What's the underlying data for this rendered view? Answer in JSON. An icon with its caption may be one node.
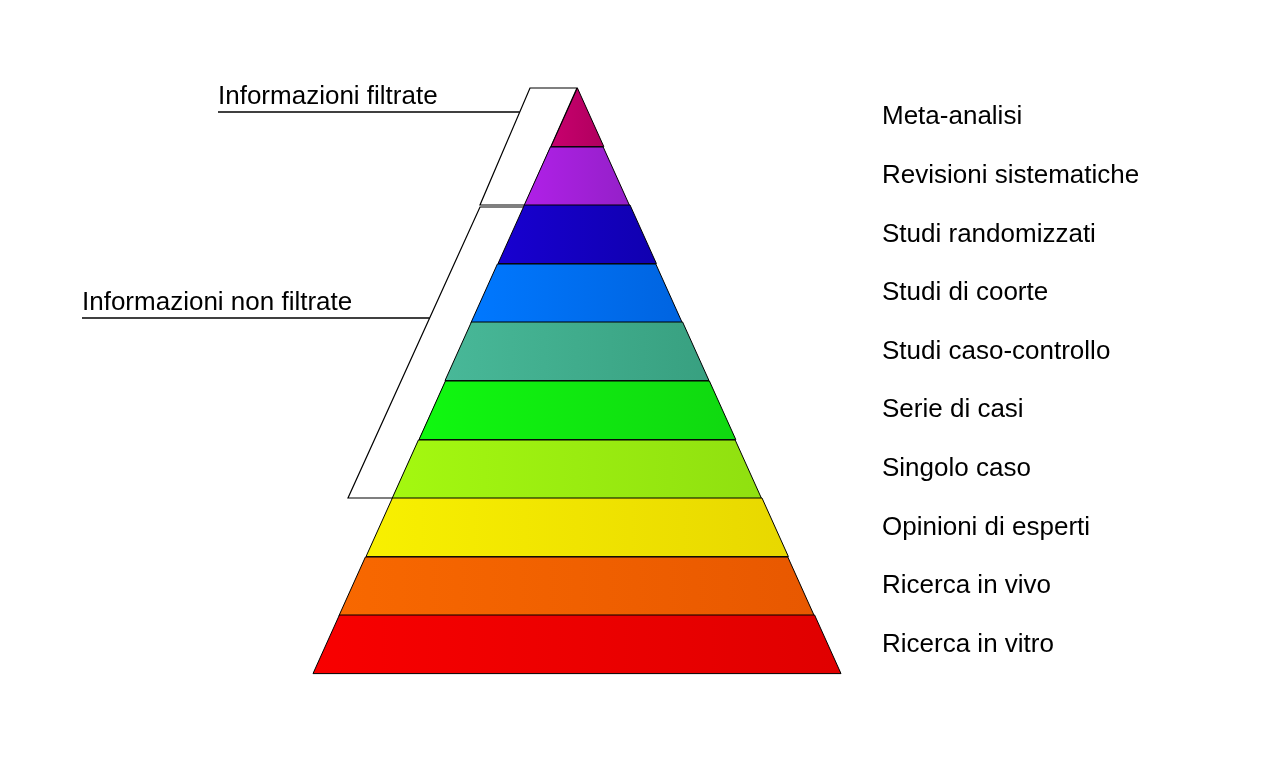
{
  "diagram": {
    "nodes": [
      {
        "text": [
          "Informazioni filtrate"
        ]
      },
      {
        "text": [],
        "shape": "bracket"
      },
      {
        "text": [
          "Informazioni non filtrate"
        ]
      },
      {
        "text": [],
        "shape": "bracket"
      },
      {
        "text": [],
        "shape": "triangle"
      },
      {
        "text": [],
        "shape": "band"
      },
      {
        "text": [],
        "shape": "band"
      },
      {
        "text": [],
        "shape": "band"
      },
      {
        "text": [],
        "shape": "band"
      },
      {
        "text": [],
        "shape": "band"
      },
      {
        "text": [],
        "shape": "band"
      },
      {
        "text": [],
        "shape": "band"
      },
      {
        "text": [],
        "shape": "band"
      },
      {
        "text": [],
        "shape": "band"
      }
    ],
    "edges": [
      {
        "from": 0,
        "to": 1,
        "arrow": "none"
      },
      {
        "from": 2,
        "to": 3,
        "arrow": "none"
      }
    ],
    "labels": [
      "Meta-analisi",
      "Revisioni sistematiche",
      "Studi randomizzati",
      "Studi di coorte",
      "Studi caso-controllo",
      "Serie di casi",
      "Singolo caso",
      "Opinioni di esperti",
      "Ricerca in vivo",
      "Ricerca in vitro"
    ]
  }
}
